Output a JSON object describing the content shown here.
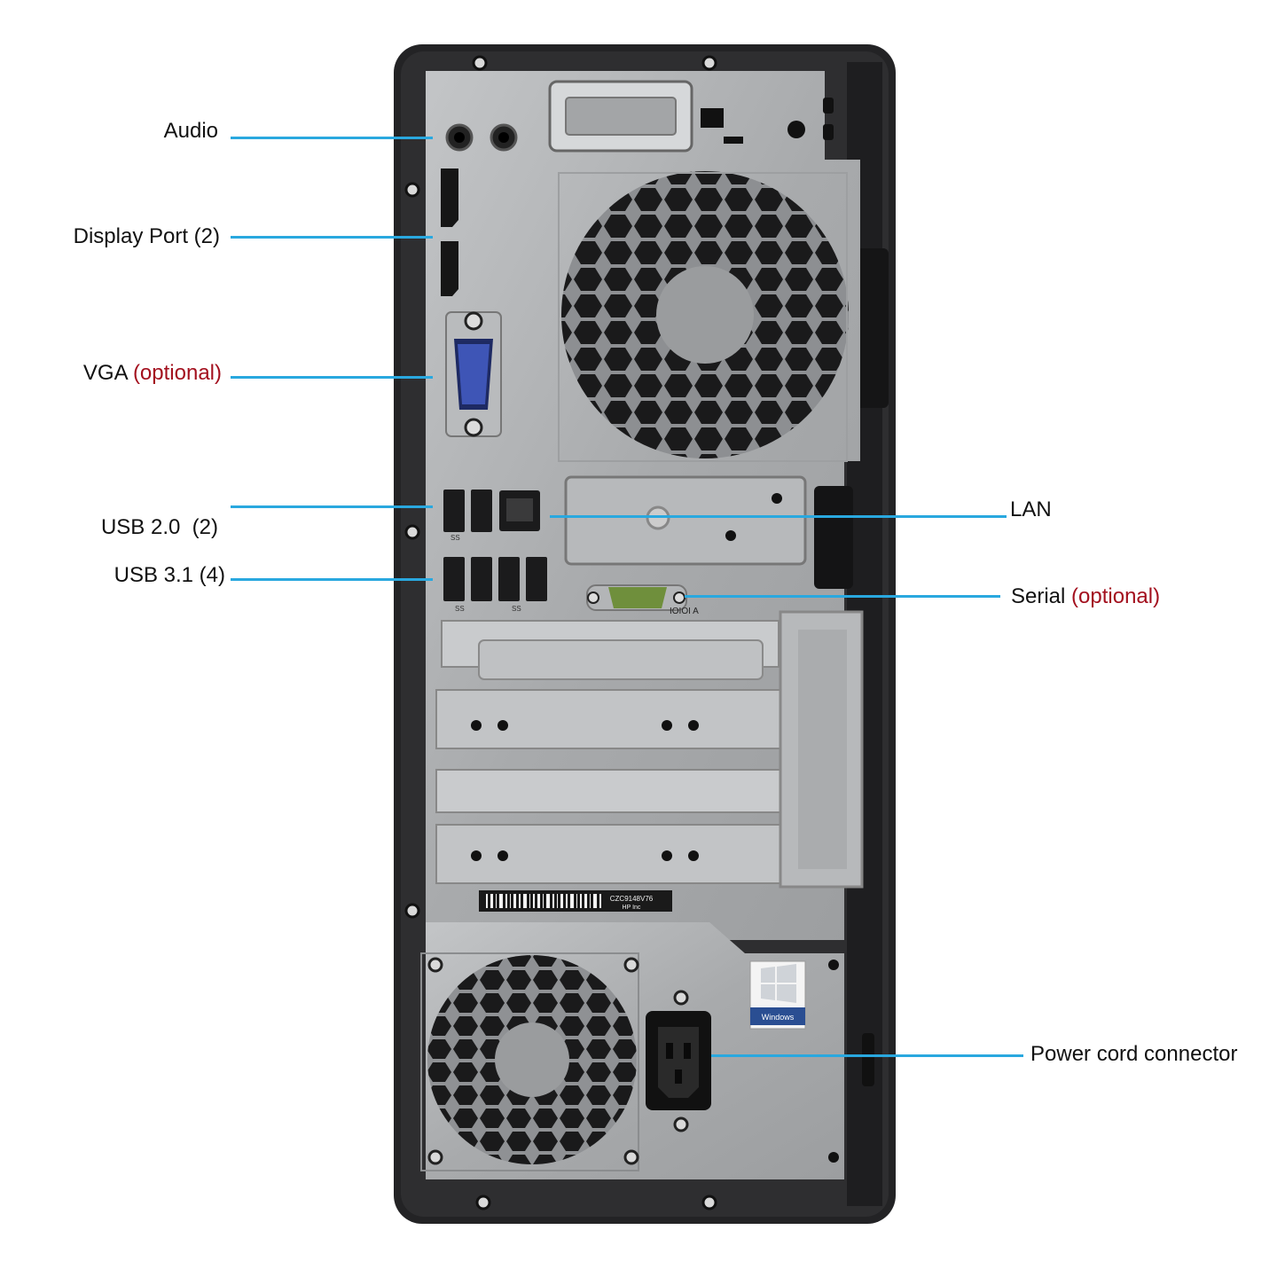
{
  "callouts": {
    "audio": {
      "label": "Audio"
    },
    "display_port": {
      "label": "Display Port (2)"
    },
    "vga": {
      "label": "VGA",
      "note": "(optional)"
    },
    "usb2": {
      "label": "USB 2.0  (2)"
    },
    "usb31": {
      "label": "USB 3.1 (4)"
    },
    "lan": {
      "label": "LAN"
    },
    "serial": {
      "label": "Serial",
      "note": "(optional)"
    },
    "power": {
      "label": "Power cord connector"
    }
  },
  "chassis": {
    "serial_number": "CZC9148V76",
    "maker_text": "HP Inc",
    "logo_text": "Windows",
    "port_markings": {
      "usb2": "SS",
      "usb31_left": "SS",
      "usb31_right": "SS",
      "serial": "IOIOI A"
    }
  },
  "colors": {
    "leader_line": "#29a8df",
    "optional_text": "#a3101e",
    "vga_connector": "#3e55b6",
    "serial_connector": "#6f8f3c",
    "case_body": "#2b2b2d",
    "panel_metal": "#a9abad"
  }
}
